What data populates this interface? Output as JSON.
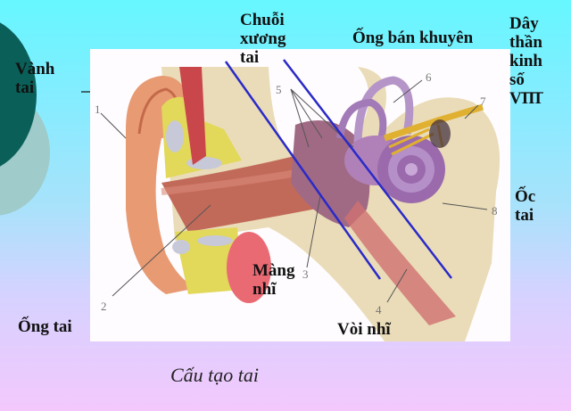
{
  "title": "Cấu tạo tai",
  "labels": {
    "vanh_tai": "Vành\ntai",
    "chuoi_xuong_tai": "Chuỗi\nxương\ntai",
    "ong_ban_khuyen": "Ống bán khuyên",
    "day_than_kinh": "Dây\nthần\nkinh\nsố\nVIII",
    "oc_tai": "Ốc\ntai",
    "mang_nhi": "Màng\nnhĩ",
    "ong_tai": "Ống tai",
    "voi_nhi": "Vòi nhĩ"
  },
  "numbers": [
    "1",
    "2",
    "3",
    "4",
    "5",
    "6",
    "7",
    "8"
  ],
  "colors": {
    "bg_top": "#66f7ff",
    "bg_bottom": "#f3c8fd",
    "pointer_line": "#2a2ac8",
    "circle_dark": "#0a6058",
    "circle_light": "#9fcbcb"
  }
}
